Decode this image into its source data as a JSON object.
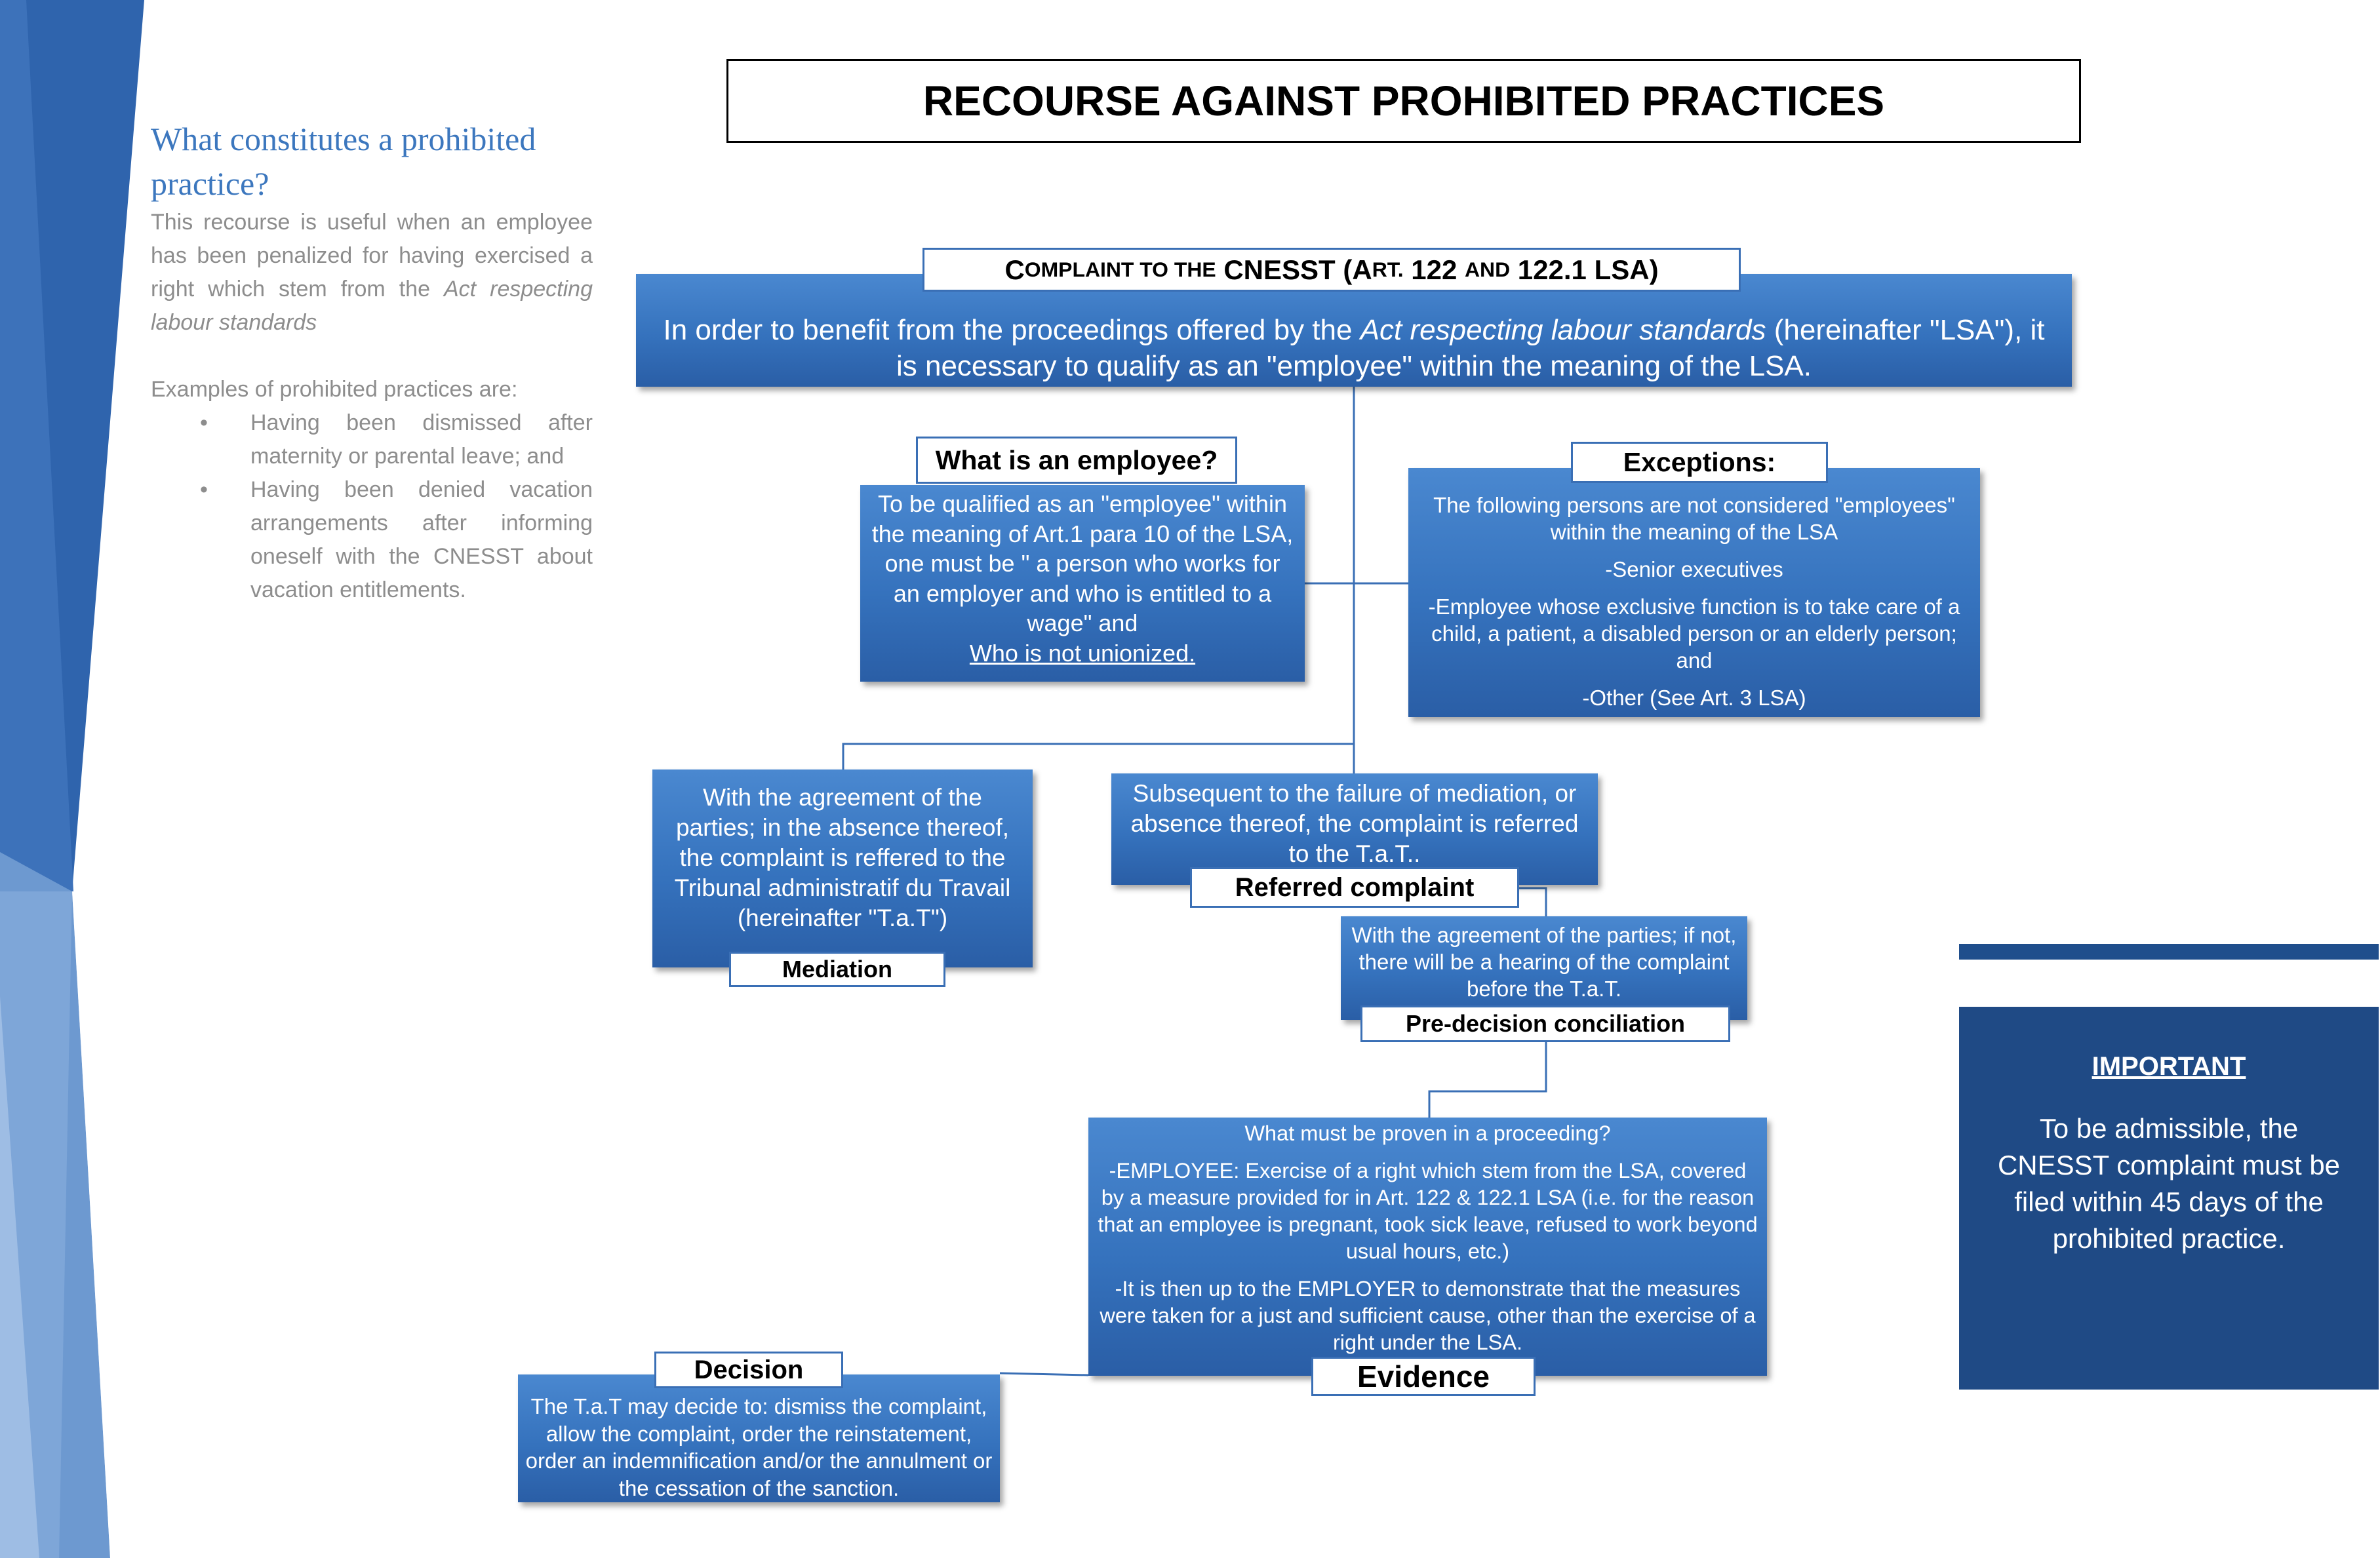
{
  "title": "RECOURSE AGAINST PROHIBITED PRACTICES",
  "sidebar": {
    "heading": "What constitutes a prohibited practice?",
    "intro": "This recourse is useful when an employee has been penalized for having exercised a right which stem from the",
    "intro_act": "Act respecting labour standards",
    "examples_title": "Examples of prohibited practices are:",
    "bullet": "•",
    "examples": [
      "Having been dismissed after maternity or parental leave; and",
      "Having been denied vacation arrangements after informing oneself with the CNESST about vacation entitlements."
    ]
  },
  "complaint": {
    "label_c": "C",
    "label_omplaint_to_the": "OMPLAINT TO THE",
    "label_cnesst": "CNESST (A",
    "label_rt": "RT.",
    "label_122": "122",
    "label_and": "AND",
    "label_end": "122.1 LSA)",
    "text_before": "In order to benefit from the proceedings offered by the",
    "text_act": "Act respecting labour standards",
    "text_after": "(hereinafter \"LSA\"), it is necessary to qualify as an \"employee\" within the meaning of the LSA."
  },
  "employee": {
    "label": "What is an employee?",
    "text": "To be qualified as an \"employee\" within the meaning of Art.1 para 10 of the LSA, one must be \" a person who works for an employer and who is entitled to a wage\" and",
    "underlined": "Who is not unionized."
  },
  "exceptions": {
    "label": "Exceptions:",
    "p1": "The following persons are not considered \"employees\" within the meaning of the LSA",
    "p2": "-Senior executives",
    "p3": "-Employee whose exclusive function is to take care of a child, a patient, a disabled person or an elderly person; and",
    "p4": "-Other (See Art. 3 LSA)"
  },
  "mediation": {
    "label": "Mediation",
    "text": "With the agreement of the parties; in the absence thereof, the complaint is reffered to the Tribunal administratif du Travail (hereinafter \"T.a.T\")"
  },
  "referred": {
    "label": "Referred complaint",
    "text": "Subsequent to the failure of mediation, or absence thereof, the complaint is referred to the T.a.T.."
  },
  "predecision": {
    "label": "Pre-decision conciliation",
    "text": "With the agreement of the parties; if not, there will be a hearing of the complaint before the T.a.T."
  },
  "evidence": {
    "label": "Evidence",
    "p1": "What must be proven in a proceeding?",
    "p2": "-EMPLOYEE: Exercise of a right which stem from the LSA, covered by a measure provided for in Art. 122 & 122.1 LSA (i.e. for the reason that an employee is pregnant, took sick leave, refused to work beyond usual hours, etc.)",
    "p3": "-It is then up to the EMPLOYER to demonstrate that the measures were taken for a just and sufficient cause, other than the exercise of a right under the LSA."
  },
  "decision": {
    "label": "Decision",
    "text": "The T.a.T may decide to: dismiss the complaint, allow the complaint, order the reinstatement, order an indemnification and/or the annulment or the cessation of the sanction."
  },
  "important": {
    "heading": "IMPORTANT",
    "text": "To be admissible, the CNESST complaint must be filed within 45 days of the prohibited practice."
  },
  "colors": {
    "accent": "#3c77be",
    "box_dark": "#1f4a85",
    "label_border": "#3a6fb5",
    "side_text": "#8d8d8d"
  }
}
